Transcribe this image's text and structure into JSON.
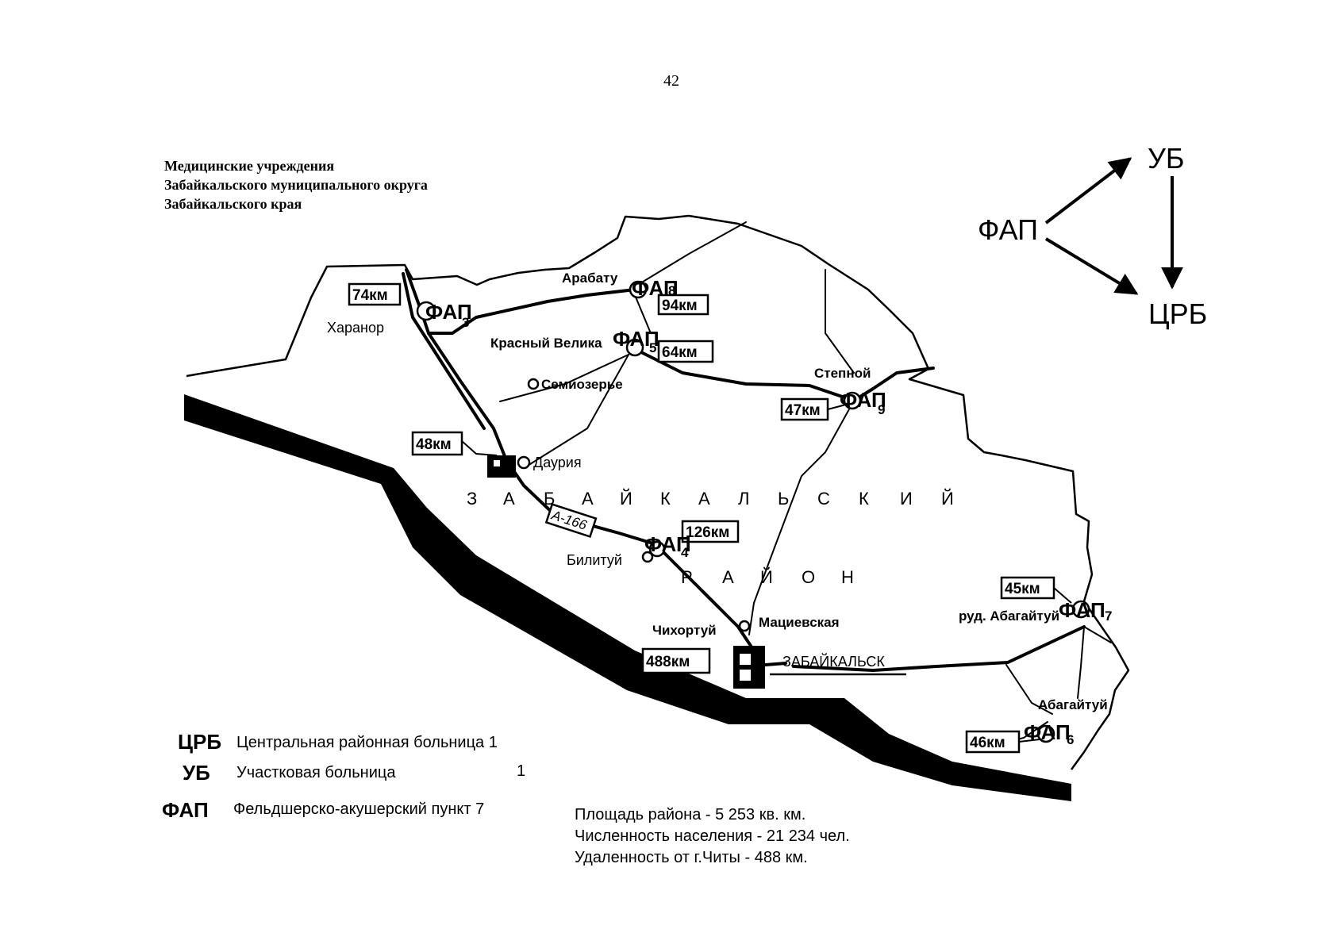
{
  "page_number": "42",
  "title_lines": [
    "Медицинские учреждения",
    "Забайкальского муниципального округа",
    "Забайкальского края"
  ],
  "flow_diagram": {
    "from": "ФАП",
    "to_top": "УБ",
    "to_bottom": "ЦРБ"
  },
  "district_name": {
    "line1": [
      "З",
      "А",
      "Б",
      "А",
      "Й",
      "К",
      "А",
      "Л",
      "Ь",
      "С",
      "К",
      "И",
      "Й"
    ],
    "line2": [
      "Р",
      "А",
      "Й",
      "О",
      "Н"
    ]
  },
  "road_label": "А-166",
  "places": {
    "kharanor": "Харанор",
    "arabatuk": "Арабату",
    "krasny_velikan": "Красный Велика",
    "semiozerye": "Семиозерье",
    "stepnoy": "Степной",
    "dauriya": "Даурия",
    "bilituy": "Билитуй",
    "chikhortuy": "Чихортуй",
    "matsievskaya": "Мациевская",
    "zabaikalsk": "ЗАБАЙКАЛЬСК",
    "rud_abagaytuy": "руд. Абагайтуй",
    "abagaytuy": "Абагайтуй"
  },
  "faps": [
    {
      "label": "ФАП",
      "num": "3"
    },
    {
      "label": "ФАП",
      "num": "8"
    },
    {
      "label": "ФАП",
      "num": "5"
    },
    {
      "label": "ФАП",
      "num": "9"
    },
    {
      "label": "ФАП",
      "num": "4"
    },
    {
      "label": "ФАП",
      "num": "7"
    },
    {
      "label": "ФАП",
      "num": "6"
    }
  ],
  "distances": {
    "kharanor": "74км",
    "arabatuk": "94км",
    "krasny_velikan": "64км",
    "stepnoy": "47км",
    "dauriya": "48км",
    "bilituy": "126км",
    "zabaikalsk": "488км",
    "rud_abagaytuy": "45км",
    "abagaytuy": "46км"
  },
  "legend": [
    {
      "abbr": "ЦРБ",
      "text": "Центральная районная больница 1"
    },
    {
      "abbr": "УБ",
      "text": "Участковая больница",
      "count": "1"
    },
    {
      "abbr": "ФАП",
      "text": "Фельдшерско-акушерский пункт 7"
    }
  ],
  "info": [
    "Площадь района - 5 253 кв. км.",
    "Численность населения - 21 234 чел.",
    "Удаленность от г.Читы - 488 км."
  ]
}
